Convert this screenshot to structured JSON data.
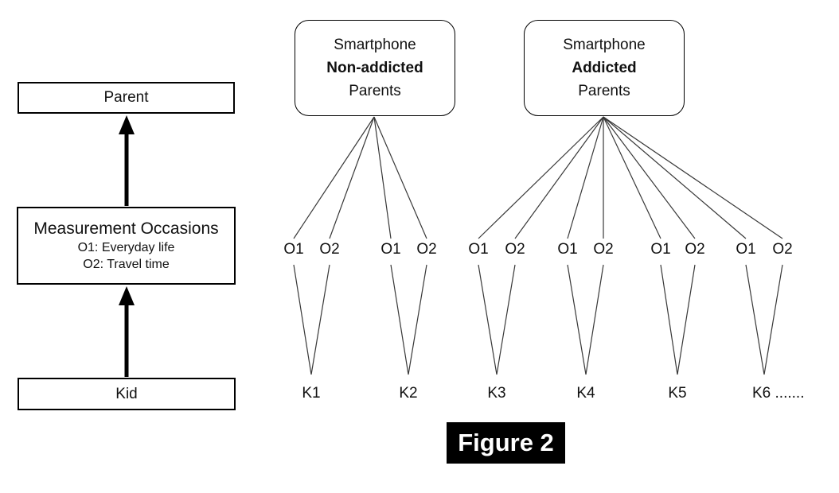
{
  "figure": {
    "caption": "Figure 2"
  },
  "left_panel": {
    "parent_label": "Parent",
    "occasions_title": "Measurement Occasions",
    "occasion_1": "O1: Everyday life",
    "occasion_2": "O2: Travel time",
    "kid_label": "Kid"
  },
  "groups": {
    "non_addicted": {
      "line1": "Smartphone",
      "line2": "Non-addicted",
      "line3": "Parents"
    },
    "addicted": {
      "line1": "Smartphone",
      "line2": "Addicted",
      "line3": "Parents"
    }
  },
  "occasion_pairs": [
    {
      "o1": "O1",
      "o2": "O2"
    },
    {
      "o1": "O1",
      "o2": "O2"
    },
    {
      "o1": "O1",
      "o2": "O2"
    },
    {
      "o1": "O1",
      "o2": "O2"
    },
    {
      "o1": "O1",
      "o2": "O2"
    },
    {
      "o1": "O1",
      "o2": "O2"
    }
  ],
  "kids": [
    "K1",
    "K2",
    "K3",
    "K4",
    "K5",
    "K6 ......."
  ],
  "colors": {
    "line": "#383838",
    "arrow": "#000000",
    "box_border": "#000000",
    "text": "#111111",
    "caption_bg": "#000000",
    "caption_text": "#ffffff"
  }
}
